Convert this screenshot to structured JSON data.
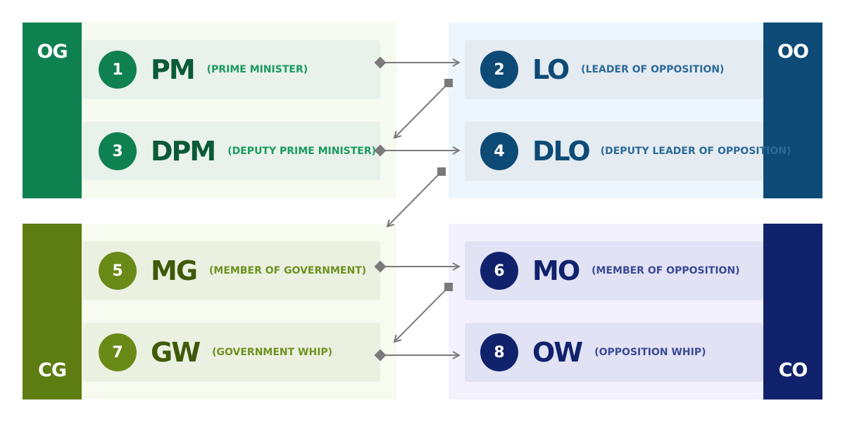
{
  "teams": {
    "og": "OG",
    "oo": "OO",
    "cg": "CG",
    "co": "CO"
  },
  "speakers": [
    {
      "num": "1",
      "abbr": "PM",
      "full": "(PRIME MINISTER)"
    },
    {
      "num": "2",
      "abbr": "LO",
      "full": "(LEADER OF OPPOSITION)"
    },
    {
      "num": "3",
      "abbr": "DPM",
      "full": "(DEPUTY PRIME MINISTER)"
    },
    {
      "num": "4",
      "abbr": "DLO",
      "full": "(DEPUTY LEADER OF OPPOSITION)"
    },
    {
      "num": "5",
      "abbr": "MG",
      "full": "(MEMBER OF GOVERNMENT)"
    },
    {
      "num": "6",
      "abbr": "MO",
      "full": "(MEMBER OF OPPOSITION)"
    },
    {
      "num": "7",
      "abbr": "GW",
      "full": "(GOVERNMENT WHIP)"
    },
    {
      "num": "8",
      "abbr": "OW",
      "full": "(OPPOSITION WHIP)"
    }
  ],
  "colors": {
    "og": "#0f8150",
    "oo": "#0e4a76",
    "cg": "#5d7c12",
    "co": "#10226c",
    "arrow": "#7a7a7a"
  }
}
